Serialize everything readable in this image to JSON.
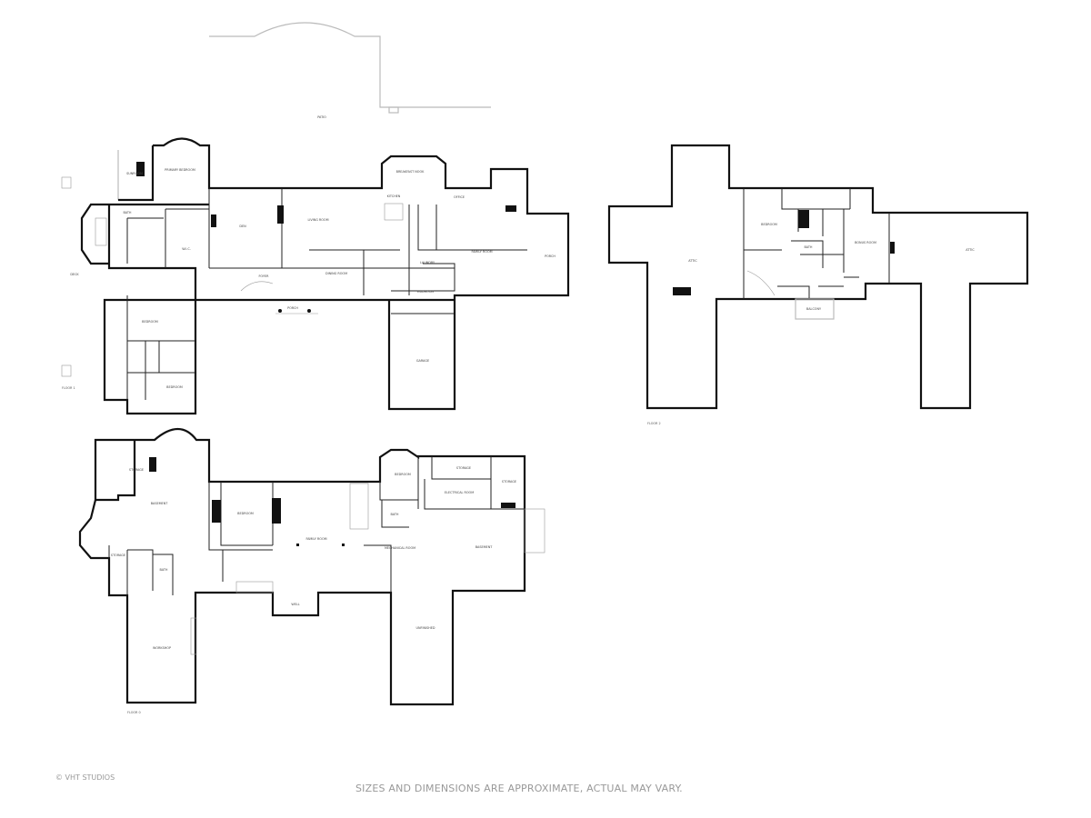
{
  "floors": [
    {
      "label": "FLOOR 1",
      "rooms": [
        {
          "name": "PATIO",
          "dims": ""
        },
        {
          "name": "SUNROOM",
          "dims": ""
        },
        {
          "name": "PRIMARY BEDROOM",
          "dims": ""
        },
        {
          "name": "BATH",
          "dims": ""
        },
        {
          "name": "W.I.C.",
          "dims": ""
        },
        {
          "name": "DEN",
          "dims": ""
        },
        {
          "name": "LIVING ROOM",
          "dims": ""
        },
        {
          "name": "BREAKFAST NOOK",
          "dims": ""
        },
        {
          "name": "KITCHEN",
          "dims": ""
        },
        {
          "name": "OFFICE",
          "dims": ""
        },
        {
          "name": "FAMILY ROOM",
          "dims": ""
        },
        {
          "name": "PORCH",
          "dims": ""
        },
        {
          "name": "FOYER",
          "dims": ""
        },
        {
          "name": "DINING ROOM",
          "dims": ""
        },
        {
          "name": "LAUNDRY",
          "dims": ""
        },
        {
          "name": "MUDROOM",
          "dims": ""
        },
        {
          "name": "GARAGE",
          "dims": ""
        },
        {
          "name": "BEDROOM",
          "dims": ""
        },
        {
          "name": "BEDROOM",
          "dims": ""
        },
        {
          "name": "DECK",
          "dims": ""
        },
        {
          "name": "PORCH",
          "dims": ""
        }
      ]
    },
    {
      "label": "FLOOR 2",
      "rooms": [
        {
          "name": "ATTIC",
          "dims": ""
        },
        {
          "name": "BEDROOM",
          "dims": ""
        },
        {
          "name": "BATH",
          "dims": ""
        },
        {
          "name": "BONUS ROOM",
          "dims": ""
        },
        {
          "name": "ATTIC",
          "dims": ""
        },
        {
          "name": "BALCONY",
          "dims": ""
        }
      ]
    },
    {
      "label": "FLOOR 0",
      "rooms": [
        {
          "name": "STORAGE",
          "dims": ""
        },
        {
          "name": "BASEMENT",
          "dims": ""
        },
        {
          "name": "BEDROOM",
          "dims": ""
        },
        {
          "name": "FAMILY ROOM",
          "dims": ""
        },
        {
          "name": "BEDROOM",
          "dims": ""
        },
        {
          "name": "STORAGE",
          "dims": ""
        },
        {
          "name": "ELECTRICAL ROOM",
          "dims": ""
        },
        {
          "name": "STORAGE",
          "dims": ""
        },
        {
          "name": "BATH",
          "dims": ""
        },
        {
          "name": "MECHANICAL ROOM",
          "dims": ""
        },
        {
          "name": "BASEMENT",
          "dims": ""
        },
        {
          "name": "BATH",
          "dims": ""
        },
        {
          "name": "WORKSHOP",
          "dims": ""
        },
        {
          "name": "UNFINISHED",
          "dims": ""
        },
        {
          "name": "WELL",
          "dims": ""
        },
        {
          "name": "STORAGE",
          "dims": ""
        }
      ]
    }
  ],
  "footer": {
    "copyright": "© VHT STUDIOS",
    "disclaimer": "SIZES AND DIMENSIONS ARE APPROXIMATE, ACTUAL MAY VARY."
  }
}
